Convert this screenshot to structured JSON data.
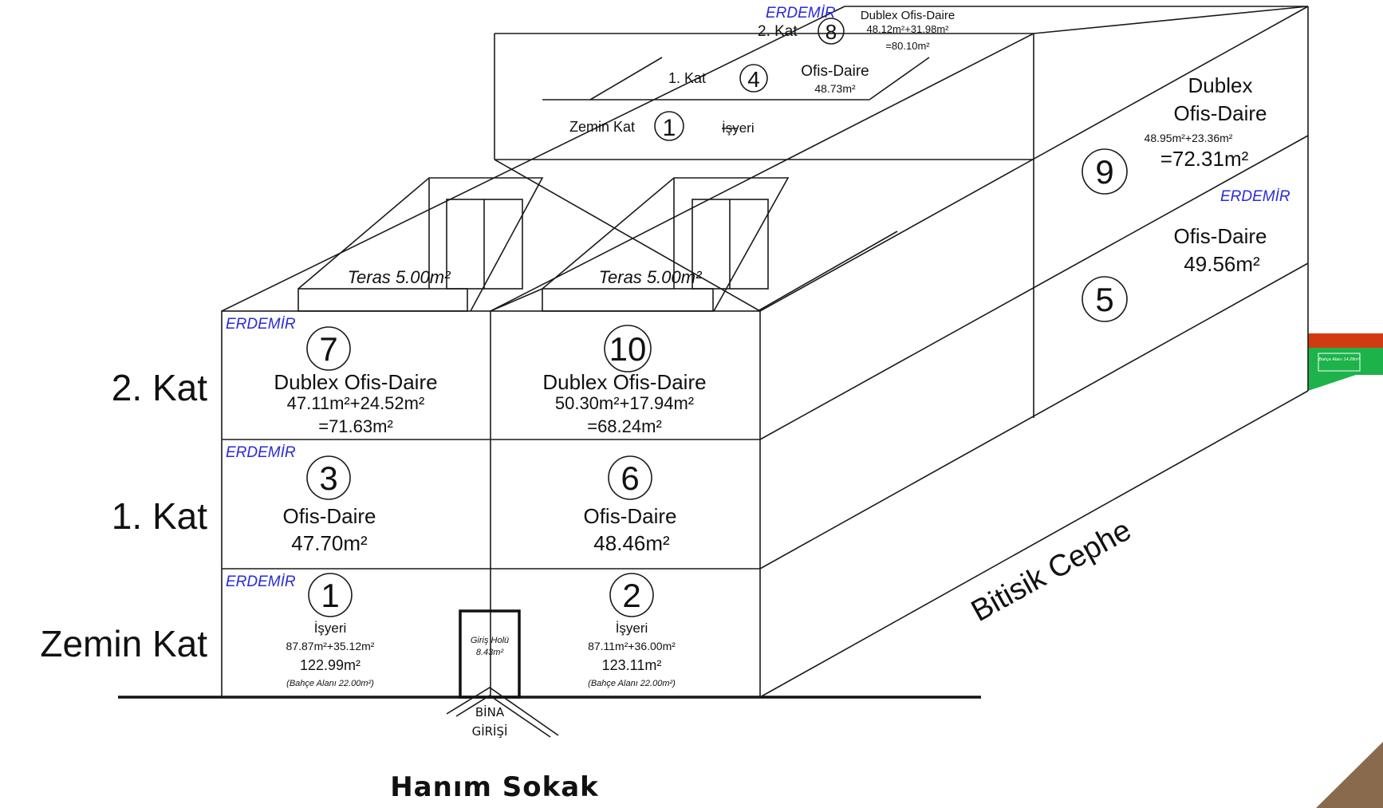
{
  "floor_labels": {
    "second": "2. Kat",
    "first": "1. Kat",
    "ground": "Zemin Kat"
  },
  "brand": "ERDEMİR",
  "street_name": "Hanım Sokak",
  "entrance": {
    "line1": "BİNA",
    "line2": "GİRİŞİ",
    "hall_line1": "Giriş Holü",
    "hall_line2": "8.43m²"
  },
  "side_facade_label": "Bitisik Cephe",
  "terrace_label": "Teras 5.00m²",
  "garden_badge": "Bahçe Alanı 14.28m²",
  "units": {
    "u1": {
      "number": "1",
      "type": "İşyeri",
      "area_parts": "87.87m²+35.12m²",
      "area_total": "122.99m²",
      "garden": "(Bahçe Alanı 22.00m²)"
    },
    "u2": {
      "number": "2",
      "type": "İşyeri",
      "area_parts": "87.11m²+36.00m²",
      "area_total": "123.11m²",
      "garden": "(Bahçe Alanı 22.00m²)"
    },
    "u3": {
      "number": "3",
      "type": "Ofis-Daire",
      "area_total": "47.70m²"
    },
    "u6": {
      "number": "6",
      "type": "Ofis-Daire",
      "area_total": "48.46m²"
    },
    "u7": {
      "number": "7",
      "type": "Dublex Ofis-Daire",
      "area_parts": "47.11m²+24.52m²",
      "area_total": "=71.63m²"
    },
    "u10": {
      "number": "10",
      "type": "Dublex Ofis-Daire",
      "area_parts": "50.30m²+17.94m²",
      "area_total": "=68.24m²"
    },
    "u5": {
      "number": "5",
      "type": "Ofis-Daire",
      "area_total": "49.56m²"
    },
    "u9": {
      "number": "9",
      "type_line1": "Dublex",
      "type_line2": "Ofis-Daire",
      "area_parts": "48.95m²+23.36m²",
      "area_total": "=72.31m²"
    },
    "rear": {
      "ground_floor": "Zemin Kat",
      "ground_number": "1",
      "ground_type": "İşyeri",
      "first_floor": "1. Kat",
      "first_number": "4",
      "first_type": "Ofis-Daire",
      "first_area": "48.73m²",
      "second_floor": "2. Kat",
      "second_number": "8",
      "second_type": "Dublex Ofis-Daire",
      "second_area_parts": "48.12m²+31.98m²",
      "second_area_total": "=80.10m²"
    }
  },
  "colors": {
    "brand_text": "#2b2bd9",
    "garden_green": "#1db34a",
    "roof_red": "#d23b12",
    "corner_brown": "#8a6a4c"
  }
}
